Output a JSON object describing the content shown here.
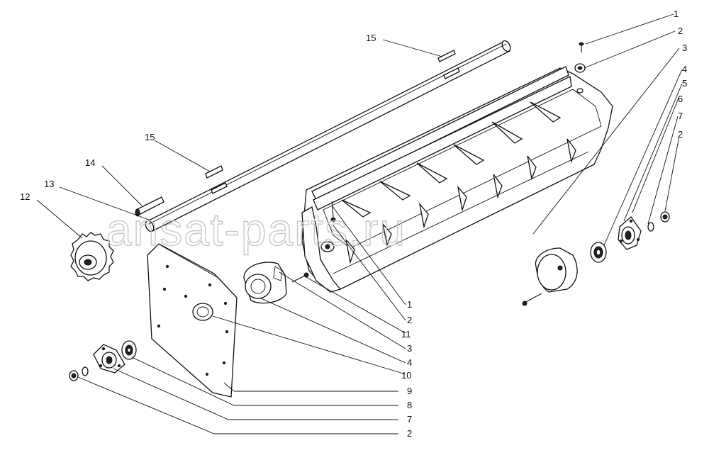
{
  "watermark": "ansat-parts.ru",
  "callouts": [
    {
      "id": "c1",
      "text": "1"
    },
    {
      "id": "c2",
      "text": "2"
    },
    {
      "id": "c3",
      "text": "3"
    },
    {
      "id": "c4",
      "text": "4"
    },
    {
      "id": "c5",
      "text": "5"
    },
    {
      "id": "c6",
      "text": "6"
    },
    {
      "id": "c7",
      "text": "7"
    },
    {
      "id": "c8",
      "text": "2"
    },
    {
      "id": "c9",
      "text": "15"
    },
    {
      "id": "c10",
      "text": "15"
    },
    {
      "id": "c11",
      "text": "14"
    },
    {
      "id": "c12",
      "text": "13"
    },
    {
      "id": "c13",
      "text": "12"
    },
    {
      "id": "c14",
      "text": "1"
    },
    {
      "id": "c15",
      "text": "2"
    },
    {
      "id": "c16",
      "text": "11"
    },
    {
      "id": "c17",
      "text": "3"
    },
    {
      "id": "c18",
      "text": "4"
    },
    {
      "id": "c19",
      "text": "10"
    },
    {
      "id": "c20",
      "text": "9"
    },
    {
      "id": "c21",
      "text": "8"
    },
    {
      "id": "c22",
      "text": "7"
    },
    {
      "id": "c23",
      "text": "2"
    }
  ]
}
